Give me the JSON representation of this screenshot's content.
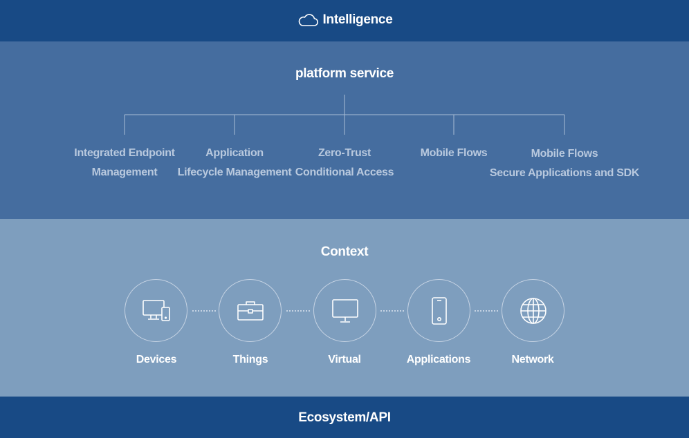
{
  "intelligence": {
    "title": "Intelligence",
    "icon": "cloud-icon"
  },
  "platform": {
    "title": "platform service",
    "services": [
      {
        "line1": "Integrated Endpoint",
        "line2": "Management"
      },
      {
        "line1": "Application",
        "line2": "Lifecycle Management"
      },
      {
        "line1": "Zero-Trust",
        "line2": "Conditional Access"
      },
      {
        "line1": "Mobile Flows",
        "line2": ""
      },
      {
        "line1": "Mobile Flows",
        "line2": "Secure Applications and SDK"
      }
    ]
  },
  "context": {
    "title": "Context",
    "items": [
      {
        "label": "Devices",
        "icon": "devices-icon"
      },
      {
        "label": "Things",
        "icon": "briefcase-icon"
      },
      {
        "label": "Virtual",
        "icon": "monitor-icon"
      },
      {
        "label": "Applications",
        "icon": "smartphone-icon"
      },
      {
        "label": "Network",
        "icon": "globe-icon"
      }
    ]
  },
  "ecosystem": {
    "title": "Ecosystem/API"
  },
  "colors": {
    "dark_band": "#184a85",
    "platform_band": "#456d9f",
    "context_band": "#7e9ebe",
    "service_text": "#b9c9de",
    "white": "#ffffff"
  }
}
